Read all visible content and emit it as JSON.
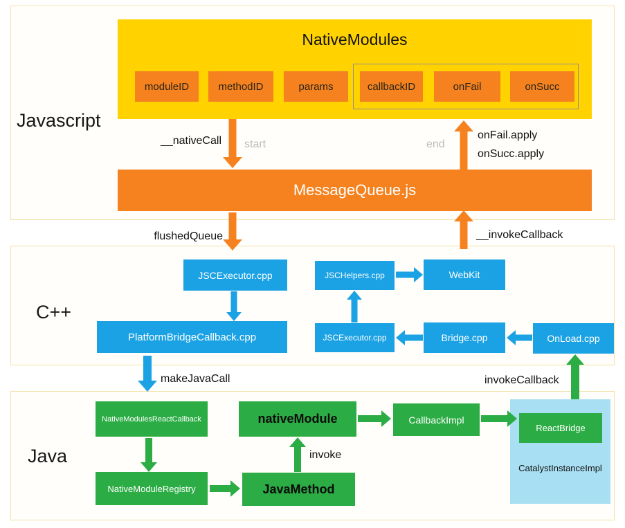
{
  "sections": {
    "javascript_label": "Javascript",
    "cpp_label": "C++",
    "java_label": "Java"
  },
  "javascript": {
    "native_modules_title": "NativeModules",
    "module_id": "moduleID",
    "method_id": "methodID",
    "params": "params",
    "callback_id": "callbackID",
    "on_fail": "onFail",
    "on_succ": "onSucc",
    "message_queue": "MessageQueue.js",
    "native_call": "__nativeCall",
    "start": "start",
    "end": "end",
    "on_fail_apply": "onFail.apply",
    "on_succ_apply": "onSucc.apply"
  },
  "flow": {
    "flushed_queue": "flushedQueue",
    "invoke_callback_js": "__invokeCallback",
    "make_java_call": "makeJavaCall",
    "invoke_callback": "invokeCallback",
    "invoke": "invoke"
  },
  "cpp": {
    "jsc_executor_top": "JSCExecutor.cpp",
    "jsc_helpers": "JSCHelpers.cpp",
    "webkit": "WebKit",
    "platform_bridge_callback": "PlatformBridgeCallback.cpp",
    "jsc_executor_bottom": "JSCExecutor.cpp",
    "bridge": "Bridge.cpp",
    "onload": "OnLoad.cpp"
  },
  "java": {
    "native_modules_react_callback": "NativeModulesReactCallback",
    "native_module": "nativeModule",
    "callback_impl": "CallbackImpl",
    "react_bridge": "ReactBridge",
    "catalyst_instance_impl": "CatalystInstanceImpl",
    "native_module_registry": "NativeModuleRegistry",
    "java_method": "JavaMethod"
  },
  "colors": {
    "gold": "#FFD200",
    "orange": "#F5821F",
    "blue": "#1BA2E4",
    "green": "#2BAC44",
    "light_blue": "#A9DFF2",
    "section_border": "#F1E1A4"
  }
}
